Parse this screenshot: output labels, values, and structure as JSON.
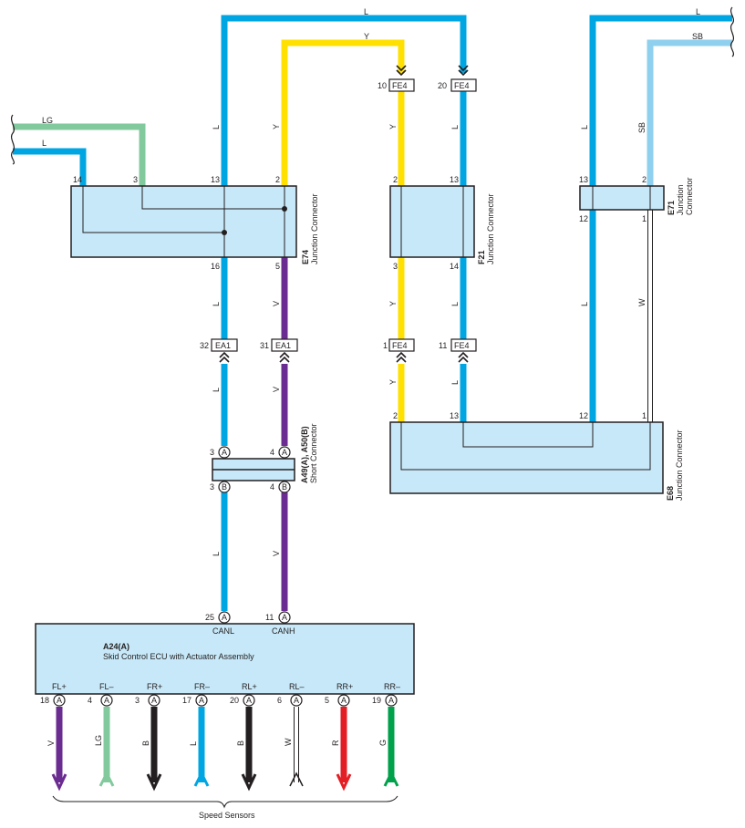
{
  "colors": {
    "L": "#00a6e2",
    "Y": "#ffe000",
    "LG": "#82c99e",
    "V": "#6b2c91",
    "SB": "#8fd0ef",
    "B": "#231f20",
    "R": "#e31e24",
    "G": "#00a14b",
    "W": "#ffffff",
    "box_fill": "#c7e8f8",
    "outline": "#231f20"
  },
  "wire_labels": {
    "top_L": "L",
    "top_Y": "Y",
    "top_right_L": "L",
    "top_right_SB": "SB",
    "left_LG": "LG",
    "left_L": "L",
    "w_246": "L",
    "w_312": "Y",
    "w_440": "Y",
    "w_508": "L",
    "w_650": "L",
    "w_713": "SB",
    "e74_246": "L",
    "e74_312": "V",
    "f21_440": "Y",
    "f21_508": "L",
    "e71_650": "L",
    "e71_713": "W",
    "ea1_246": "L",
    "ea1_312": "V",
    "fe4_440": "Y",
    "fe4_508": "L",
    "sc_246": "L",
    "sc_312": "V"
  },
  "e74": {
    "code": "E74",
    "name": "Junction Connector",
    "pins_top": [
      "14",
      "3",
      "13",
      "2"
    ],
    "pins_bottom": [
      "16",
      "5"
    ]
  },
  "f21": {
    "code": "F21",
    "name": "Junction Connector",
    "pins_top": [
      "2",
      "13"
    ],
    "pins_bottom": [
      "3",
      "14"
    ]
  },
  "e71": {
    "code": "E71",
    "name_line1": "Junction",
    "name_line2": "Connector",
    "pins_top": [
      "13",
      "2"
    ],
    "pins_bottom": [
      "12",
      "1"
    ]
  },
  "e68": {
    "code": "E68",
    "name": "Junction Connector",
    "pins_top": [
      "2",
      "13",
      "12",
      "1"
    ]
  },
  "fe4_top": {
    "name": "FE4",
    "pins": [
      "10",
      "20"
    ]
  },
  "fe4_bottom": {
    "name": "FE4",
    "pins": [
      "1",
      "11"
    ]
  },
  "ea1": {
    "name": "EA1",
    "pins": [
      "32",
      "31"
    ]
  },
  "short_connector": {
    "code": "A49(A), A50(B)",
    "name": "Short Connector",
    "pins_top": [
      "3",
      "4"
    ],
    "pins_bottom": [
      "3",
      "4"
    ],
    "letter_top": "A",
    "letter_bottom": "B"
  },
  "ecu": {
    "code": "A24(A)",
    "name": "Skid Control ECU with Actuator Assembly",
    "top_pins": [
      {
        "pin": "25",
        "letter": "A",
        "signal": "CANL"
      },
      {
        "pin": "11",
        "letter": "A",
        "signal": "CANH"
      }
    ],
    "bottom_pins": [
      {
        "pin": "18",
        "letter": "A",
        "signal": "FL+",
        "wire": "V"
      },
      {
        "pin": "4",
        "letter": "A",
        "signal": "FL–",
        "wire": "LG"
      },
      {
        "pin": "3",
        "letter": "A",
        "signal": "FR+",
        "wire": "B"
      },
      {
        "pin": "17",
        "letter": "A",
        "signal": "FR–",
        "wire": "L"
      },
      {
        "pin": "20",
        "letter": "A",
        "signal": "RL+",
        "wire": "B"
      },
      {
        "pin": "6",
        "letter": "A",
        "signal": "RL–",
        "wire": "W"
      },
      {
        "pin": "5",
        "letter": "A",
        "signal": "RR+",
        "wire": "R"
      },
      {
        "pin": "19",
        "letter": "A",
        "signal": "RR–",
        "wire": "G"
      }
    ]
  },
  "speed_sensors_label": "Speed Sensors"
}
